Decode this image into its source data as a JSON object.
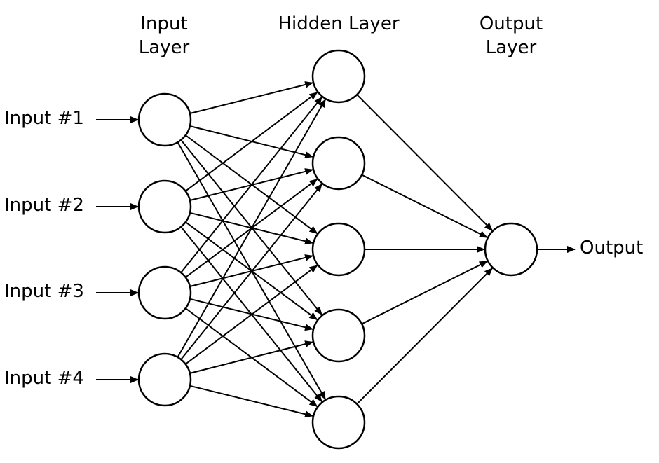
{
  "diagram": {
    "layers": {
      "input": {
        "title_line1": "Input",
        "title_line2": "Layer"
      },
      "hidden": {
        "title": "Hidden Layer"
      },
      "output": {
        "title_line1": "Output",
        "title_line2": "Layer"
      }
    },
    "inputs": [
      "Input #1",
      "Input #2",
      "Input #3",
      "Input #4"
    ],
    "output_label": "Output",
    "counts": {
      "input_nodes": 4,
      "hidden_nodes": 5,
      "output_nodes": 1
    },
    "connections": "fully-connected",
    "colors": {
      "stroke": "#000000",
      "node_fill": "#ffffff",
      "background": "#ffffff"
    }
  }
}
